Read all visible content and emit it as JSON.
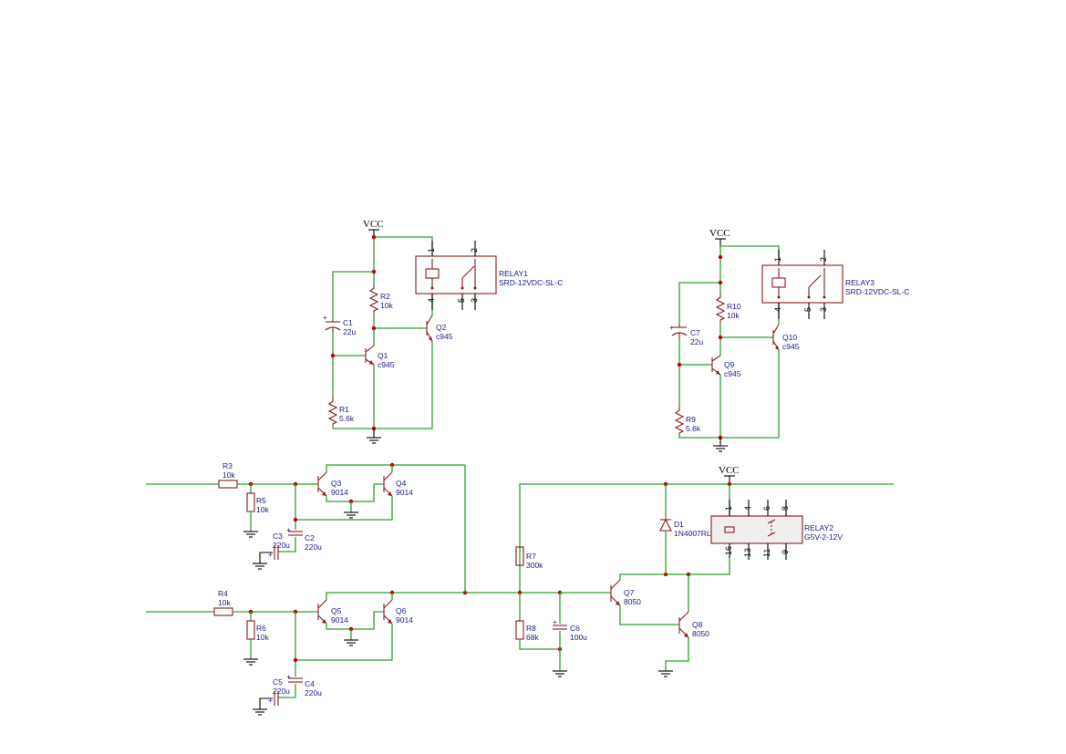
{
  "power": {
    "vcc": "VCC"
  },
  "relay1": {
    "ref": "RELAY1",
    "value": "SRD-12VDC-SL-C",
    "pins": [
      "1",
      "2",
      "4",
      "5",
      "3"
    ]
  },
  "relay2": {
    "ref": "RELAY2",
    "value": "G5V-2-12V",
    "pins": [
      "1",
      "4",
      "6",
      "8",
      "16",
      "13",
      "11",
      "9"
    ]
  },
  "relay3": {
    "ref": "RELAY3",
    "value": "SRD-12VDC-SL-C",
    "pins": [
      "1",
      "2",
      "4",
      "5",
      "3"
    ]
  },
  "components": {
    "R1": {
      "ref": "R1",
      "value": "5.6k"
    },
    "R2": {
      "ref": "R2",
      "value": "10k"
    },
    "C1": {
      "ref": "C1",
      "value": "22u"
    },
    "Q1": {
      "ref": "Q1",
      "value": "c945"
    },
    "Q2": {
      "ref": "Q2",
      "value": "c945"
    },
    "R3": {
      "ref": "R3",
      "value": "10k"
    },
    "R4": {
      "ref": "R4",
      "value": "10k"
    },
    "R5": {
      "ref": "R5",
      "value": "10k"
    },
    "R6": {
      "ref": "R6",
      "value": "10k"
    },
    "Q3": {
      "ref": "Q3",
      "value": "9014"
    },
    "Q4": {
      "ref": "Q4",
      "value": "9014"
    },
    "Q5": {
      "ref": "Q5",
      "value": "9014"
    },
    "Q6": {
      "ref": "Q6",
      "value": "9014"
    },
    "C2": {
      "ref": "C2",
      "value": "220u"
    },
    "C3": {
      "ref": "C3",
      "value": "220u"
    },
    "C4": {
      "ref": "C4",
      "value": "220u"
    },
    "C5": {
      "ref": "C5",
      "value": "220u"
    },
    "R7": {
      "ref": "R7",
      "value": "300k"
    },
    "R8": {
      "ref": "R8",
      "value": "68k"
    },
    "C6": {
      "ref": "C6",
      "value": "100u"
    },
    "Q7": {
      "ref": "Q7",
      "value": "8050"
    },
    "Q8": {
      "ref": "Q8",
      "value": "8050"
    },
    "D1": {
      "ref": "D1",
      "value": "1N4007RL"
    },
    "R9": {
      "ref": "R9",
      "value": "5.6k"
    },
    "R10": {
      "ref": "R10",
      "value": "10k"
    },
    "C7": {
      "ref": "C7",
      "value": "22u"
    },
    "Q9": {
      "ref": "Q9",
      "value": "c945"
    },
    "Q10": {
      "ref": "Q10",
      "value": "c945"
    }
  }
}
